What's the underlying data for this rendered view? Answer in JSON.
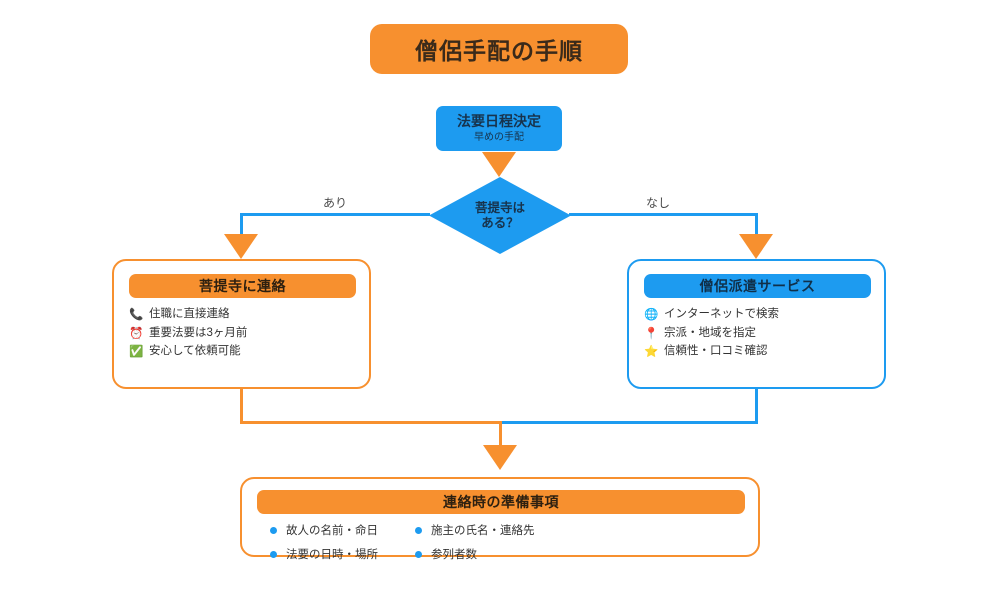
{
  "title": "僧侶手配の手順",
  "start": {
    "label": "法要日程決定",
    "sub": "早めの手配"
  },
  "decision": {
    "line1": "菩提寺は",
    "line2": "ある？",
    "yes_label": "あり",
    "no_label": "なし"
  },
  "left_card": {
    "header": "菩提寺に連絡",
    "items": [
      {
        "icon": "📞",
        "icon_name": "telephone-receiver-icon",
        "text": "住職に直接連絡"
      },
      {
        "icon": "⏰",
        "icon_name": "alarm-clock-icon",
        "text": "重要法要は3ヶ月前"
      },
      {
        "icon": "✅",
        "icon_name": "check-mark-button-icon",
        "text": "安心して依頼可能"
      }
    ]
  },
  "right_card": {
    "header": "僧侶派遣サービス",
    "items": [
      {
        "icon": "🌐",
        "icon_name": "globe-icon",
        "text": "インターネットで検索"
      },
      {
        "icon": "📍",
        "icon_name": "round-pushpin-icon",
        "text": "宗派・地域を指定"
      },
      {
        "icon": "⭐",
        "icon_name": "star-icon",
        "text": "信頼性・口コミ確認"
      }
    ]
  },
  "bottom_card": {
    "header": "連絡時の準備事項",
    "items": [
      "故人の名前・命日",
      "施主の氏名・連絡先",
      "法要の日時・場所",
      "参列者数"
    ]
  },
  "colors": {
    "orange": "#f7902f",
    "blue": "#1d9bf0",
    "text_dark": "#333333",
    "background": "#ffffff"
  }
}
